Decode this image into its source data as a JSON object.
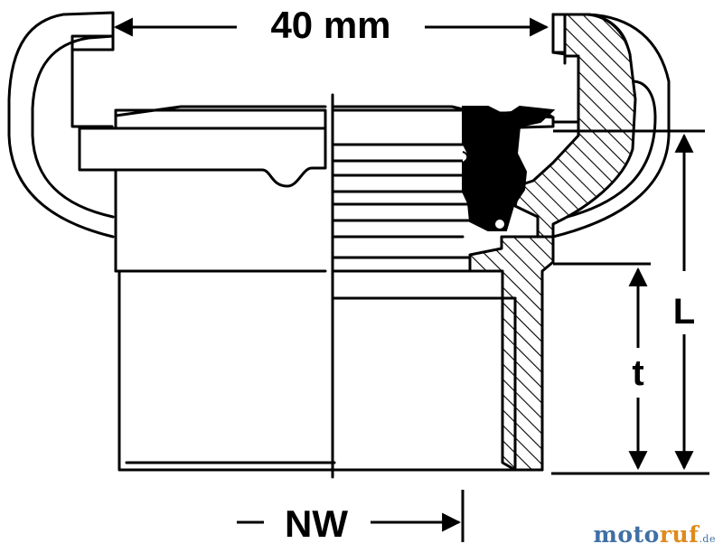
{
  "labels": {
    "width": "40 mm",
    "nominal": "NW",
    "length": "L",
    "depth": "t"
  },
  "brand": {
    "part1": "moto",
    "part2": "ruf",
    "part3": ".de"
  },
  "colors": {
    "ink": "#000000",
    "brand_blue": "#3f6fa5",
    "brand_orange": "#e08a1c"
  }
}
